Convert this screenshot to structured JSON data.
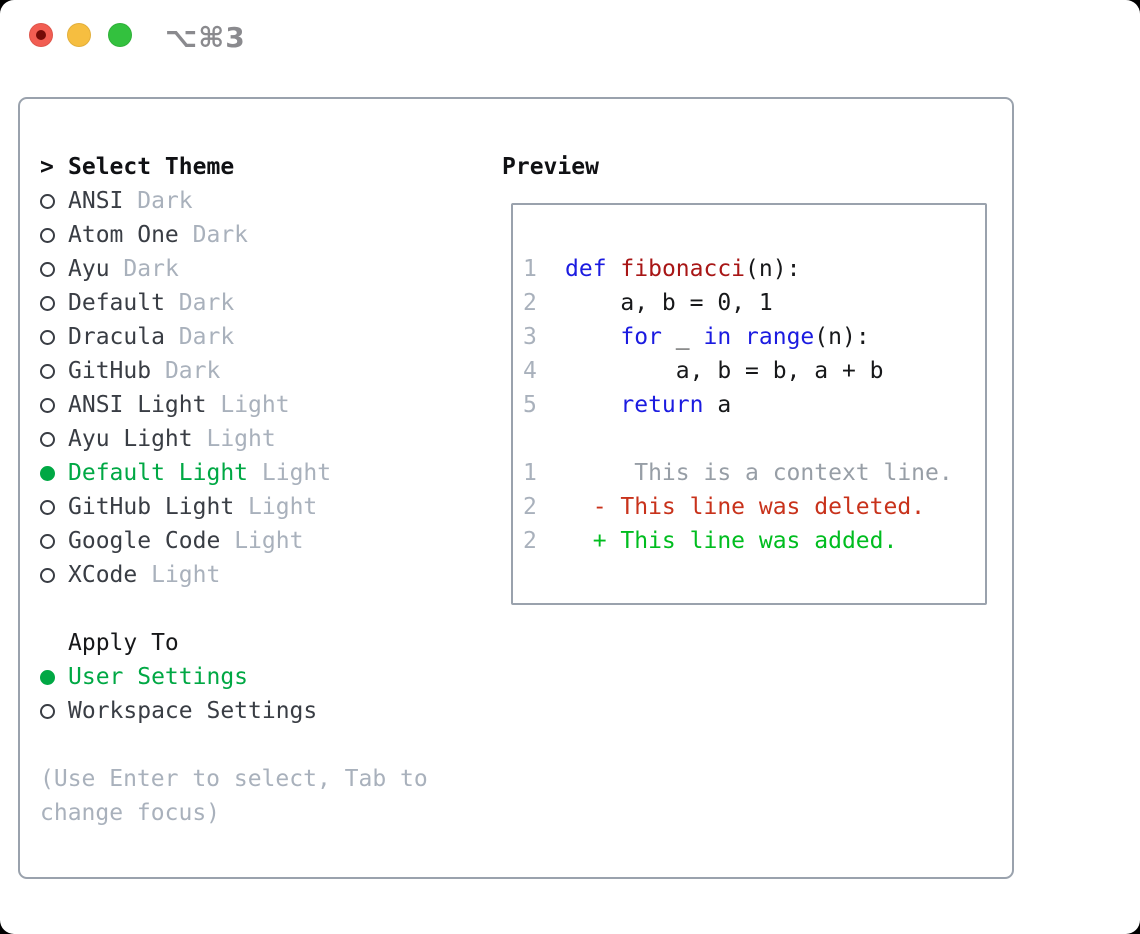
{
  "window": {
    "title": "⌥⌘3",
    "traffic_lights": [
      {
        "name": "close",
        "color": "#f25d52"
      },
      {
        "name": "minimize",
        "color": "#f6be40"
      },
      {
        "name": "zoom",
        "color": "#33c13e"
      }
    ]
  },
  "theme_panel": {
    "prompt": ">",
    "title": "Select Theme",
    "themes": [
      {
        "name": "ANSI",
        "variant": "Dark",
        "selected": false
      },
      {
        "name": "Atom One",
        "variant": "Dark",
        "selected": false
      },
      {
        "name": "Ayu",
        "variant": "Dark",
        "selected": false
      },
      {
        "name": "Default",
        "variant": "Dark",
        "selected": false
      },
      {
        "name": "Dracula",
        "variant": "Dark",
        "selected": false
      },
      {
        "name": "GitHub",
        "variant": "Dark",
        "selected": false
      },
      {
        "name": "ANSI Light",
        "variant": "Light",
        "selected": false
      },
      {
        "name": "Ayu Light",
        "variant": "Light",
        "selected": false
      },
      {
        "name": "Default Light",
        "variant": "Light",
        "selected": true
      },
      {
        "name": "GitHub Light",
        "variant": "Light",
        "selected": false
      },
      {
        "name": "Google Code",
        "variant": "Light",
        "selected": false
      },
      {
        "name": "XCode",
        "variant": "Light",
        "selected": false
      }
    ],
    "apply_to": {
      "title": "Apply To",
      "options": [
        {
          "name": "User Settings",
          "selected": true
        },
        {
          "name": "Workspace Settings",
          "selected": false
        }
      ]
    },
    "hint": "(Use Enter to select, Tab to change focus)"
  },
  "preview": {
    "title": "Preview",
    "lines": [
      {
        "num": "1",
        "segments": [
          {
            "text": "def",
            "style": "keyword"
          },
          {
            "text": " "
          },
          {
            "text": "fibonacci",
            "style": "function"
          },
          {
            "text": "(n):"
          }
        ]
      },
      {
        "num": "2",
        "segments": [
          {
            "text": "    a, b = 0, 1"
          }
        ]
      },
      {
        "num": "3",
        "segments": [
          {
            "text": "    "
          },
          {
            "text": "for",
            "style": "keyword"
          },
          {
            "text": " _ "
          },
          {
            "text": "in",
            "style": "keyword"
          },
          {
            "text": " "
          },
          {
            "text": "range",
            "style": "keyword"
          },
          {
            "text": "(n):"
          }
        ]
      },
      {
        "num": "4",
        "segments": [
          {
            "text": "        a, b = b, a + b"
          }
        ]
      },
      {
        "num": "5",
        "segments": [
          {
            "text": "    "
          },
          {
            "text": "return",
            "style": "keyword"
          },
          {
            "text": " a"
          }
        ]
      },
      {
        "num": "",
        "segments": []
      },
      {
        "num": "1",
        "segments": [
          {
            "text": "     This is a context line.",
            "style": "context"
          }
        ]
      },
      {
        "num": "2",
        "segments": [
          {
            "text": "  - This line was deleted.",
            "style": "deleted"
          }
        ]
      },
      {
        "num": "2",
        "segments": [
          {
            "text": "  + This line was added.",
            "style": "added"
          }
        ]
      }
    ]
  },
  "colors": {
    "accent_green": "#00a844",
    "keyword_blue": "#1b1be0",
    "function_red": "#a81616",
    "diff_deleted": "#c8321b",
    "diff_added": "#00bd1f",
    "muted_gray": "#a9b1bc",
    "border_gray": "#9aa2ad",
    "text_dark": "#393d44"
  }
}
